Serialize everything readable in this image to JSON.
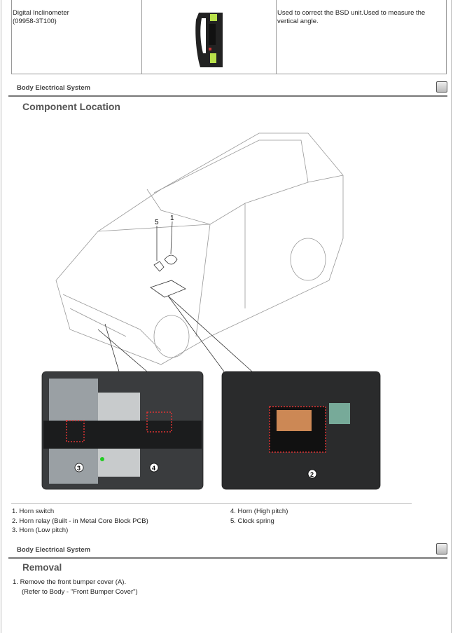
{
  "tool_table": {
    "name": "Digital Inclinometer",
    "part_no": "(09958-3T100)",
    "description": "Used to correct the BSD unit.Used to measure the vertical angle."
  },
  "sections": [
    {
      "header": "Body Electrical System",
      "title": "Component Location"
    },
    {
      "header": "Body Electrical System",
      "title": "Removal"
    }
  ],
  "callouts": [
    "1",
    "2",
    "3",
    "4",
    "5"
  ],
  "legend": {
    "left": [
      "1. Horn switch",
      "2. Horn relay (Built - in Metal Core Block PCB)",
      "3. Horn (Low pitch)"
    ],
    "right": [
      "4. Horn (High pitch)",
      "5. Clock spring"
    ]
  },
  "removal_steps": [
    {
      "num": "1.",
      "text": "Remove the front bumper cover (A).",
      "sub": "(Refer to Body - \"Front Bumper Cover\")"
    }
  ],
  "icons": {
    "print": "printer-icon"
  }
}
